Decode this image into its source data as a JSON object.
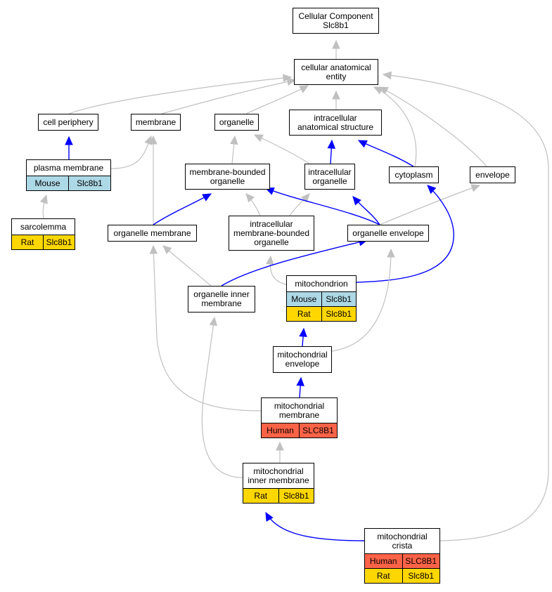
{
  "diagram": {
    "nodes": [
      {
        "id": "root",
        "lines": [
          "Cellular Component",
          "Slc8b1"
        ],
        "rows": []
      },
      {
        "id": "cae",
        "lines": [
          "cellular anatomical",
          "entity"
        ],
        "rows": []
      },
      {
        "id": "cellper",
        "lines": [
          "cell periphery"
        ],
        "rows": []
      },
      {
        "id": "membrane",
        "lines": [
          "membrane"
        ],
        "rows": []
      },
      {
        "id": "organelle",
        "lines": [
          "organelle"
        ],
        "rows": []
      },
      {
        "id": "ias",
        "lines": [
          "intracellular",
          "anatomical structure"
        ],
        "rows": []
      },
      {
        "id": "plasma",
        "lines": [
          "plasma membrane"
        ],
        "rows": [
          {
            "species": "Mouse",
            "gene": "Slc8b1",
            "kind": "mouse"
          }
        ]
      },
      {
        "id": "mbo",
        "lines": [
          "membrane-bounded",
          "organelle"
        ],
        "rows": []
      },
      {
        "id": "intraorg",
        "lines": [
          "intracellular",
          "organelle"
        ],
        "rows": []
      },
      {
        "id": "cytoplasm",
        "lines": [
          "cytoplasm"
        ],
        "rows": []
      },
      {
        "id": "envelope",
        "lines": [
          "envelope"
        ],
        "rows": []
      },
      {
        "id": "sarcolemma",
        "lines": [
          "sarcolemma"
        ],
        "rows": [
          {
            "species": "Rat",
            "gene": "Slc8b1",
            "kind": "rat"
          }
        ]
      },
      {
        "id": "orgmem",
        "lines": [
          "organelle membrane"
        ],
        "rows": []
      },
      {
        "id": "imbo",
        "lines": [
          "intracellular",
          "membrane-bounded",
          "organelle"
        ],
        "rows": []
      },
      {
        "id": "orgenv",
        "lines": [
          "organelle envelope"
        ],
        "rows": []
      },
      {
        "id": "mito",
        "lines": [
          "mitochondrion"
        ],
        "rows": [
          {
            "species": "Mouse",
            "gene": "Slc8b1",
            "kind": "mouse"
          },
          {
            "species": "Rat",
            "gene": "Slc8b1",
            "kind": "rat"
          }
        ]
      },
      {
        "id": "oim",
        "lines": [
          "organelle inner",
          "membrane"
        ],
        "rows": []
      },
      {
        "id": "mitoenv",
        "lines": [
          "mitochondrial",
          "envelope"
        ],
        "rows": []
      },
      {
        "id": "mitomem",
        "lines": [
          "mitochondrial",
          "membrane"
        ],
        "rows": [
          {
            "species": "Human",
            "gene": "SLC8B1",
            "kind": "human"
          }
        ]
      },
      {
        "id": "mim",
        "lines": [
          "mitochondrial",
          "inner membrane"
        ],
        "rows": [
          {
            "species": "Rat",
            "gene": "Slc8b1",
            "kind": "rat"
          }
        ]
      },
      {
        "id": "crista",
        "lines": [
          "mitochondrial",
          "crista"
        ],
        "rows": [
          {
            "species": "Human",
            "gene": "SLC8B1",
            "kind": "human"
          },
          {
            "species": "Rat",
            "gene": "Slc8b1",
            "kind": "rat"
          }
        ]
      }
    ],
    "edges": [
      {
        "from": "cae",
        "to": "root",
        "kind": "is_a"
      },
      {
        "from": "cellper",
        "to": "cae",
        "kind": "is_a"
      },
      {
        "from": "membrane",
        "to": "cae",
        "kind": "is_a"
      },
      {
        "from": "organelle",
        "to": "cae",
        "kind": "is_a"
      },
      {
        "from": "ias",
        "to": "cae",
        "kind": "is_a"
      },
      {
        "from": "cytoplasm",
        "to": "cae",
        "kind": "is_a"
      },
      {
        "from": "envelope",
        "to": "cae",
        "kind": "is_a"
      },
      {
        "from": "crista",
        "to": "cae",
        "kind": "is_a"
      },
      {
        "from": "plasma",
        "to": "cellper",
        "kind": "part_of"
      },
      {
        "from": "plasma",
        "to": "membrane",
        "kind": "is_a"
      },
      {
        "from": "orgmem",
        "to": "membrane",
        "kind": "is_a"
      },
      {
        "from": "mbo",
        "to": "organelle",
        "kind": "is_a"
      },
      {
        "from": "intraorg",
        "to": "organelle",
        "kind": "is_a"
      },
      {
        "from": "intraorg",
        "to": "ias",
        "kind": "part_of"
      },
      {
        "from": "cytoplasm",
        "to": "ias",
        "kind": "part_of"
      },
      {
        "from": "sarcolemma",
        "to": "plasma",
        "kind": "is_a"
      },
      {
        "from": "orgmem",
        "to": "mbo",
        "kind": "part_of"
      },
      {
        "from": "imbo",
        "to": "mbo",
        "kind": "is_a"
      },
      {
        "from": "imbo",
        "to": "intraorg",
        "kind": "is_a"
      },
      {
        "from": "orgenv",
        "to": "mbo",
        "kind": "part_of"
      },
      {
        "from": "orgenv",
        "to": "intraorg",
        "kind": "part_of"
      },
      {
        "from": "orgenv",
        "to": "envelope",
        "kind": "is_a"
      },
      {
        "from": "mito",
        "to": "imbo",
        "kind": "is_a"
      },
      {
        "from": "mito",
        "to": "cytoplasm",
        "kind": "part_of"
      },
      {
        "from": "oim",
        "to": "orgmem",
        "kind": "is_a"
      },
      {
        "from": "oim",
        "to": "orgenv",
        "kind": "part_of"
      },
      {
        "from": "mitoenv",
        "to": "mito",
        "kind": "part_of"
      },
      {
        "from": "mitoenv",
        "to": "orgenv",
        "kind": "is_a"
      },
      {
        "from": "mitomem",
        "to": "mitoenv",
        "kind": "part_of"
      },
      {
        "from": "mitomem",
        "to": "orgmem",
        "kind": "is_a"
      },
      {
        "from": "mim",
        "to": "mitomem",
        "kind": "is_a"
      },
      {
        "from": "mim",
        "to": "oim",
        "kind": "is_a"
      },
      {
        "from": "crista",
        "to": "mim",
        "kind": "part_of"
      }
    ]
  },
  "colors": {
    "is_a": "#c0c0c0",
    "part_of": "#0000ff",
    "mouse": "#add8e6",
    "rat": "#ffd700",
    "human": "#ff6347"
  }
}
